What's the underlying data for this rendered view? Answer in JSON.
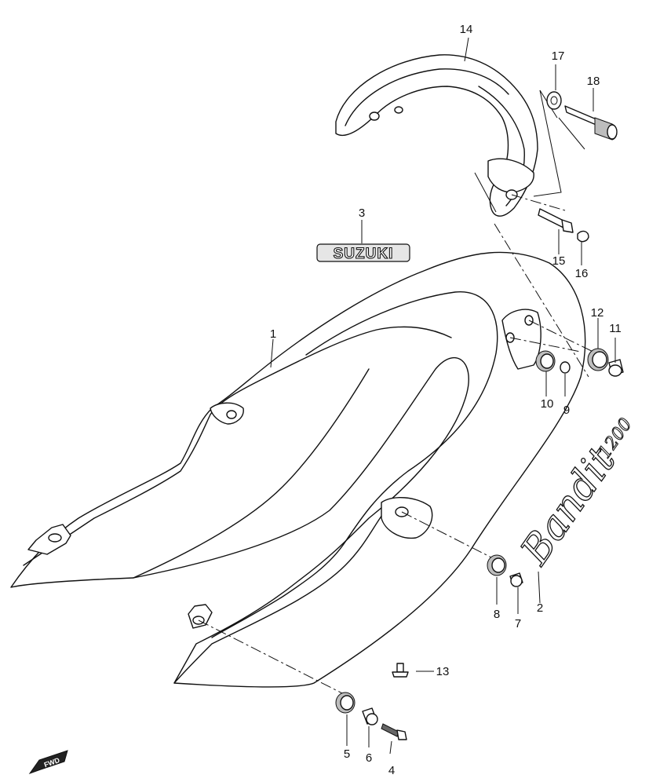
{
  "callouts": {
    "c1": "1",
    "c2": "2",
    "c3": "3",
    "c4": "4",
    "c5": "5",
    "c6": "6",
    "c7": "7",
    "c8": "8",
    "c9": "9",
    "c10": "10",
    "c11": "11",
    "c12": "12",
    "c13": "13",
    "c14": "14",
    "c15": "15",
    "c16": "16",
    "c17": "17",
    "c18": "18"
  },
  "emblem": {
    "text": "SUZUKI"
  },
  "script_emblem": {
    "text": "Bandit",
    "model": "1200"
  },
  "direction_marker": {
    "text": "FWD"
  }
}
